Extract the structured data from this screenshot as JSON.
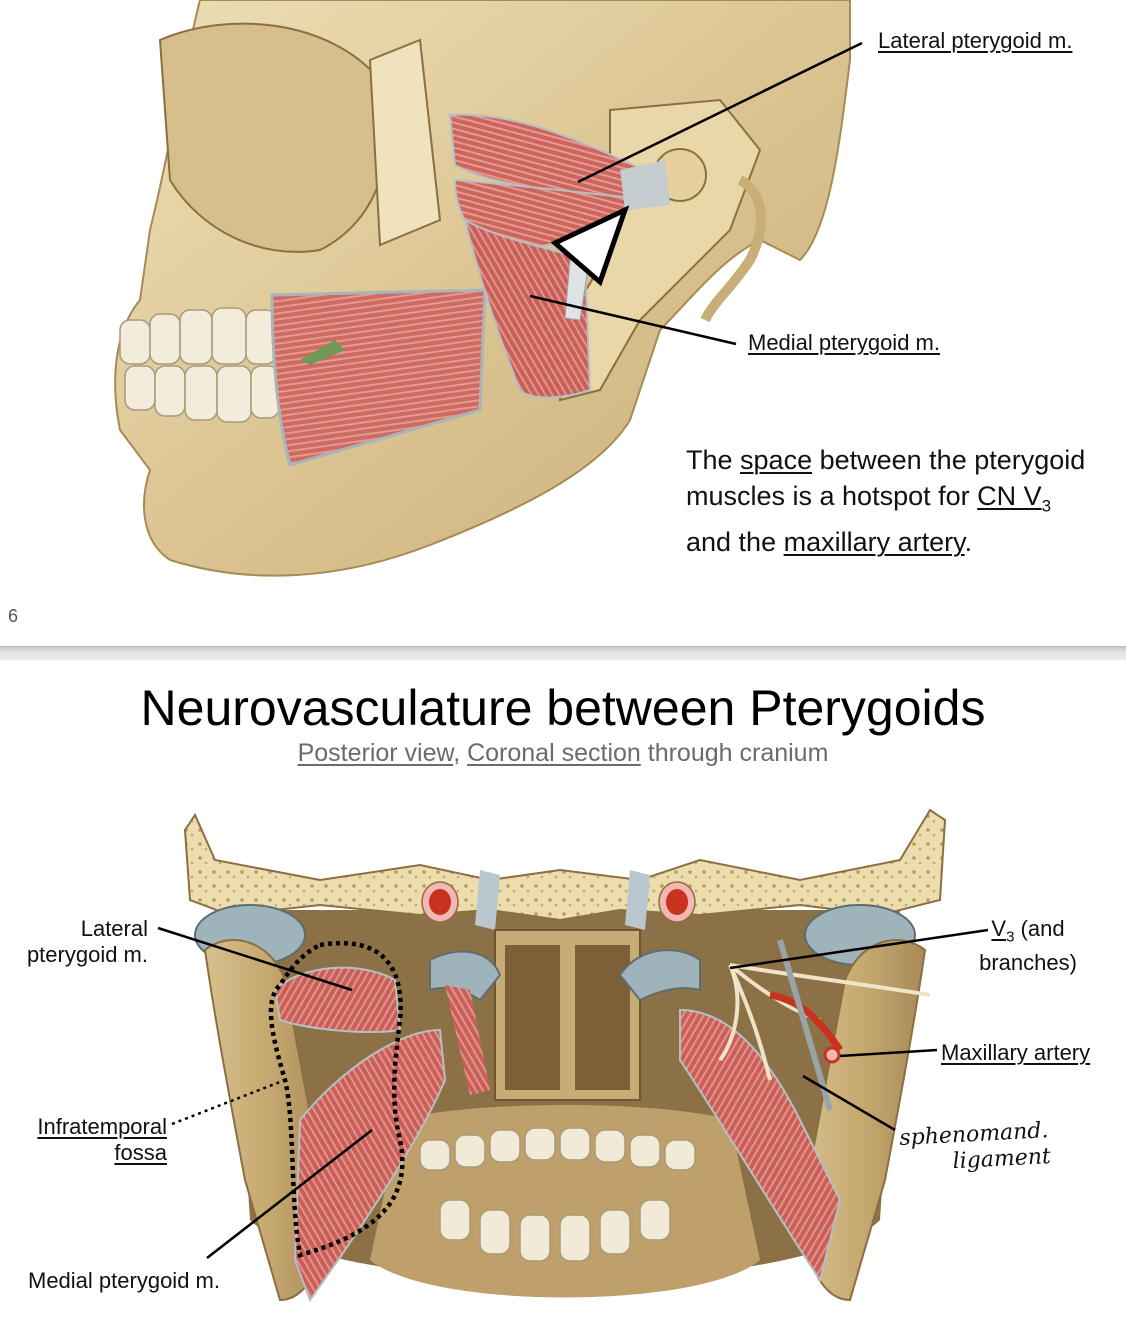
{
  "slide_top": {
    "labels": {
      "lateral_pterygoid": "Lateral pterygoid m.",
      "medial_pterygoid": "Medial pterygoid m."
    },
    "note": {
      "part1": "The ",
      "space": "space",
      "part2": " between the pterygoid muscles is a hotspot for ",
      "cn": "CN V",
      "cn_sub": "3",
      "part3": " and the ",
      "artery": "maxillary artery",
      "period": "."
    },
    "page_number": "6"
  },
  "slide_bottom": {
    "title": "Neurovasculature between Pterygoids",
    "subtitle": {
      "view": "Posterior view",
      "comma": ", ",
      "section": "Coronal section",
      "rest": " through cranium"
    },
    "labels": {
      "lateral_pterygoid_line1": "Lateral",
      "lateral_pterygoid_line2": "pterygoid m.",
      "infratemporal_line1": "Infratemporal",
      "infratemporal_line2": "fossa",
      "medial_pterygoid": "Medial pterygoid m.",
      "v3_main": "V",
      "v3_sub": "3",
      "v3_rest": " (and",
      "v3_line2": "branches)",
      "maxillary_artery": "Maxillary artery",
      "handwritten_line1": "sphenomand.",
      "handwritten_line2": "ligament"
    }
  },
  "colors": {
    "bone": "#e3cf9f",
    "bone_dark": "#b89a63",
    "muscle": "#c9605a",
    "muscle_light": "#e08d84",
    "cartilage": "#9fb3bb",
    "artery": "#c8321e"
  }
}
